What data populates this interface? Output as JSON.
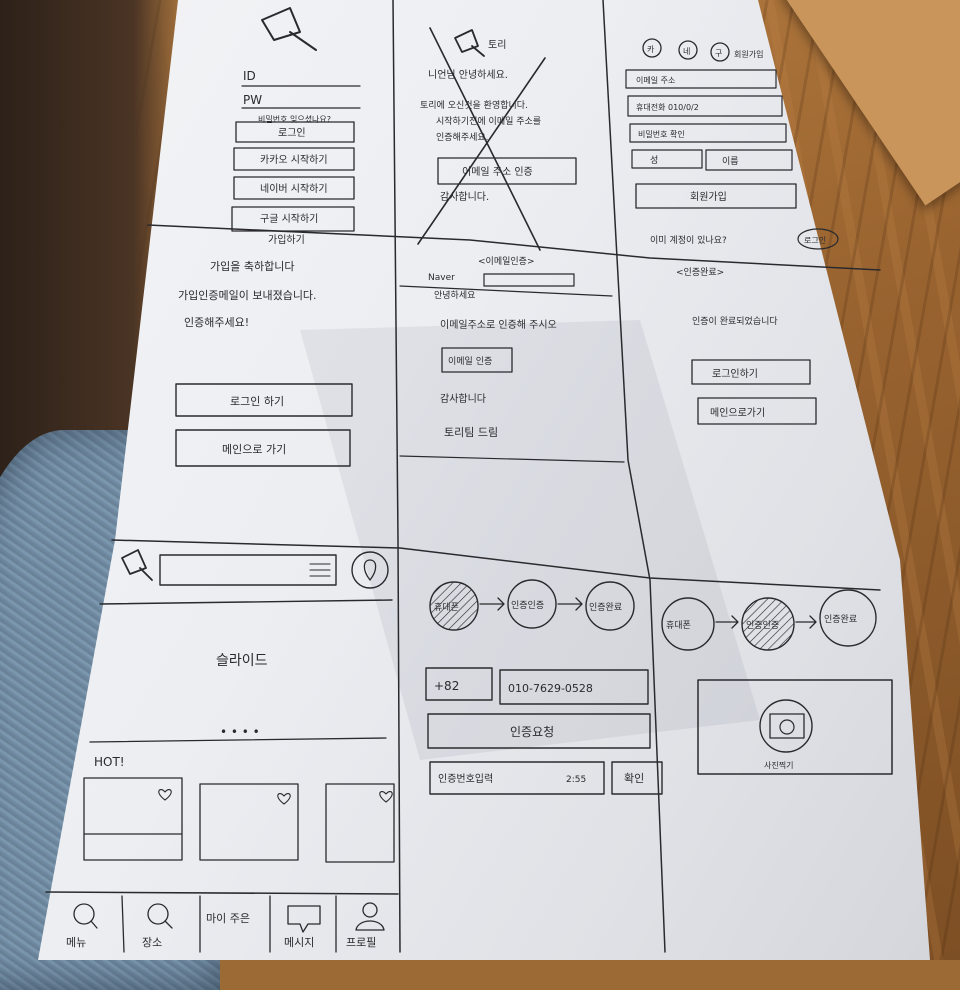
{
  "sketch": {
    "login": {
      "id_label": "ID",
      "pw_label": "PW",
      "find_password": "비밀번호 잊으셨나요?",
      "login_button": "로그인",
      "kakao_button": "카카오 시작하기",
      "naver_button": "네이버 시작하기",
      "google_button": "구글 시작하기",
      "join_link": "가입하기"
    },
    "email_verify_crossed": {
      "logo_text": "토리",
      "greeting": "니언님 안녕하세요.",
      "welcome": "토리에 오신것을 환영합니다.",
      "line3": "시작하기전에 이메일 주소를",
      "line4": "인증해주세요.",
      "verify_button": "이메일 주소 인증",
      "thanks": "감사합니다."
    },
    "signup": {
      "social_icons": [
        "카",
        "네",
        "구"
      ],
      "social_join": "회원가입",
      "email_field": "이메일 주소",
      "phone_field": "휴대전화 010/0/2",
      "password_field": "비밀번호 확인",
      "last_name": "성",
      "first_name": "이름",
      "signup_button": "회원가입",
      "have_account": "이미 계정이 있나요?",
      "login_link": "로그인"
    },
    "join_complete": {
      "line1": "가입을 축하합니다",
      "line2": "가입인증메일이 보내졌습니다.",
      "line3": "인증해주세요!",
      "login_button": "로그인 하기",
      "main_button": "메인으로 가기"
    },
    "email_auth": {
      "title": "<이메일인증>",
      "brand": "Naver",
      "hello": "안녕하세요",
      "instruction": "이메일주소로 인증해 주시오",
      "verify_button": "이메일 인증",
      "thanks": "감사합니다",
      "team": "토리팀 드림"
    },
    "auth_complete": {
      "title": "<인증완료>",
      "message": "인증이 완료되었습니다",
      "login_button": "로그인하기",
      "main_button": "메인으로가기"
    },
    "home": {
      "slide_label": "슬라이드",
      "dots": "• • • •",
      "hot_label": "HOT!",
      "tabs": [
        "메뉴",
        "장소",
        "마이 주은",
        "메시지",
        "프로필"
      ]
    },
    "phone_verify": {
      "steps": [
        "휴대폰",
        "인증인증",
        "인증완료"
      ],
      "country_code": "+82",
      "phone_number": "010-7629-0528",
      "request_button": "인증요청",
      "code_input": "인증번호입력",
      "timer": "2:55",
      "confirm_button": "확인"
    },
    "photo_step": {
      "steps": [
        "휴대폰",
        "인증인증",
        "인증완료"
      ],
      "photo_label": "사진찍기"
    }
  }
}
